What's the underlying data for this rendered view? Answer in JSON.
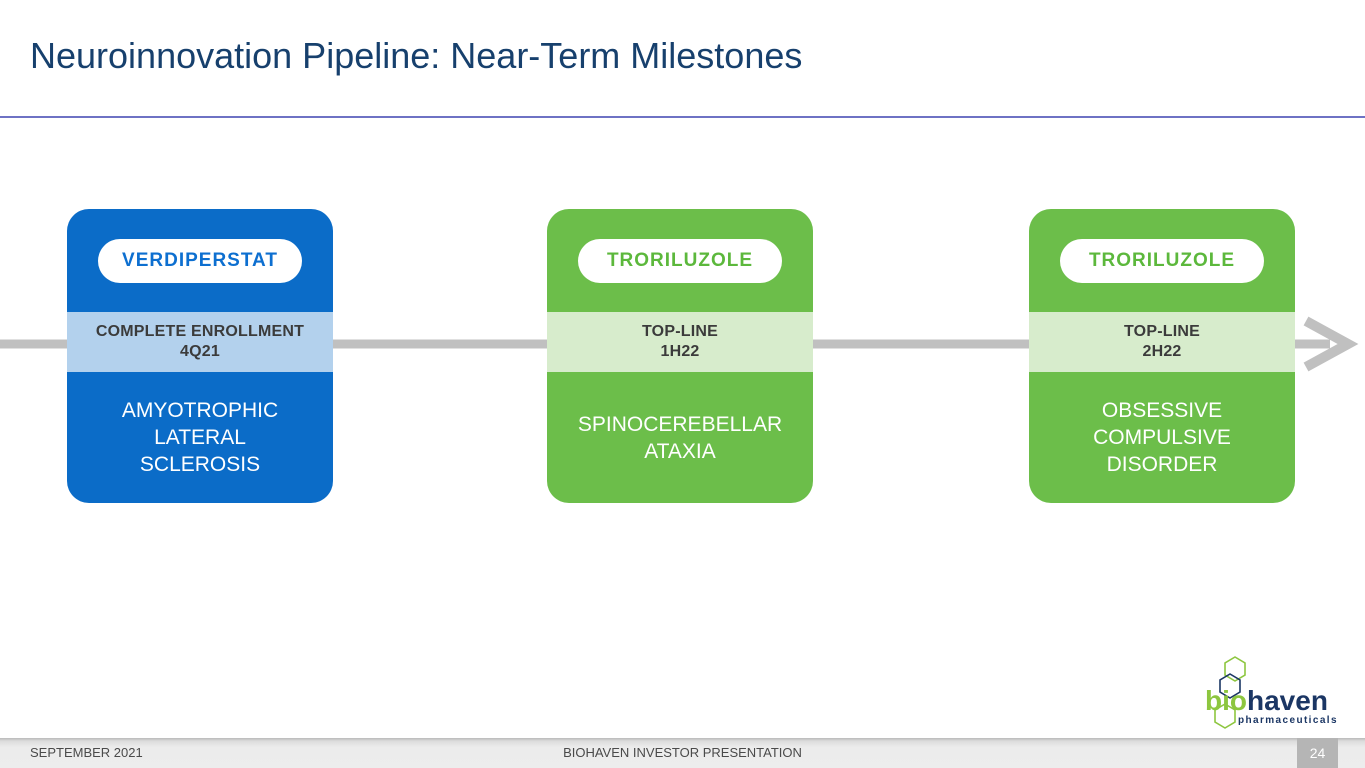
{
  "slide": {
    "title": "Neuroinnovation Pipeline: Near-Term Milestones"
  },
  "milestones": [
    {
      "drug": "VERDIPERSTAT",
      "event": "COMPLETE ENROLLMENT",
      "date": "4Q21",
      "indication": "AMYOTROPHIC\nLATERAL\nSCLEROSIS",
      "theme": "blue"
    },
    {
      "drug": "TRORILUZOLE",
      "event": "TOP-LINE",
      "date": "1H22",
      "indication": "SPINOCEREBELLAR\nATAXIA",
      "theme": "green"
    },
    {
      "drug": "TRORILUZOLE",
      "event": "TOP-LINE",
      "date": "2H22",
      "indication": "OBSESSIVE\nCOMPULSIVE\nDISORDER",
      "theme": "green"
    }
  ],
  "footer": {
    "left": "SEPTEMBER 2021",
    "center": "BIOHAVEN INVESTOR PRESENTATION",
    "page_number": "24"
  },
  "logo": {
    "bio": "bio",
    "haven": "haven",
    "tagline": "pharmaceuticals"
  },
  "icons": {
    "timeline_arrow": "right-arrow-icon",
    "logo_marks": "hexagon-icon"
  },
  "colors": {
    "title_navy": "#17406d",
    "title_rule": "#6e72c4",
    "card_blue": "#0b6cc8",
    "band_blue": "#b3d1ed",
    "pill_text_blue": "#0d6fd0",
    "card_green": "#6cbe4a",
    "band_green": "#d7eccc",
    "pill_text_green": "#5cb83c",
    "band_text": "#3b3b3b",
    "arrow_gray": "#c0c0c0",
    "footer_bg": "#ededed",
    "footer_text": "#4a4a4a",
    "page_box_gray": "#b5b5b5",
    "logo_green": "#8dc63f",
    "logo_navy": "#1b3664"
  }
}
